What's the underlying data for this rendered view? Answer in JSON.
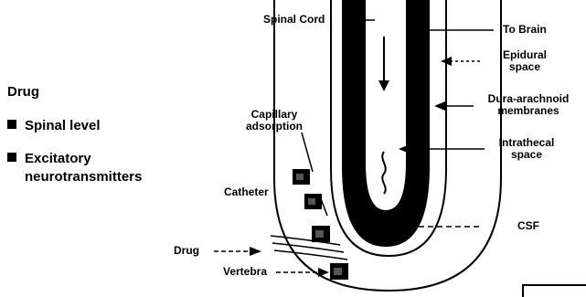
{
  "side_panel": {
    "title": "Drug",
    "bullets": [
      "Spinal level",
      "Excitatory neurotransmitters"
    ]
  },
  "labels": {
    "spinal_cord": "Spinal Cord",
    "to_brain": "To Brain",
    "epidural_space": "Epidural space",
    "dura_arachnoid": "Dura-arachnoid membranes",
    "intrathecal_space": "Intrathecal space",
    "capillary_adsorption": "Capillary adsorption",
    "catheter": "Catheter",
    "csf": "CSF",
    "drug": "Drug",
    "vertebra": "Vertebra"
  },
  "colors": {
    "ink": "#000000",
    "paper": "#ffffff"
  }
}
